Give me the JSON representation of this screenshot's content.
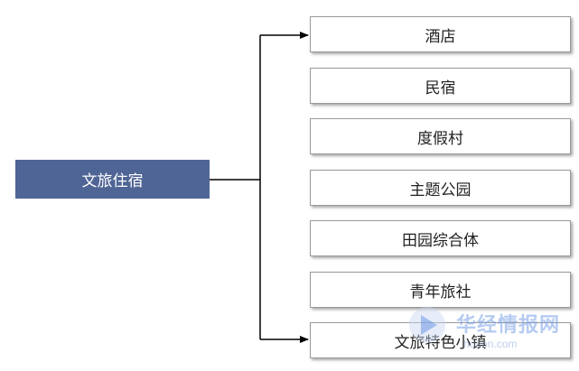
{
  "diagram": {
    "root": {
      "label": "文旅住宿",
      "color": "#4f6595"
    },
    "children": [
      {
        "label": "酒店"
      },
      {
        "label": "民宿"
      },
      {
        "label": "度假村"
      },
      {
        "label": "主题公园"
      },
      {
        "label": "田园综合体"
      },
      {
        "label": "青年旅社"
      },
      {
        "label": "文旅特色小镇"
      }
    ]
  },
  "watermark": {
    "text": "华经情报网",
    "url": "huaon.com"
  }
}
